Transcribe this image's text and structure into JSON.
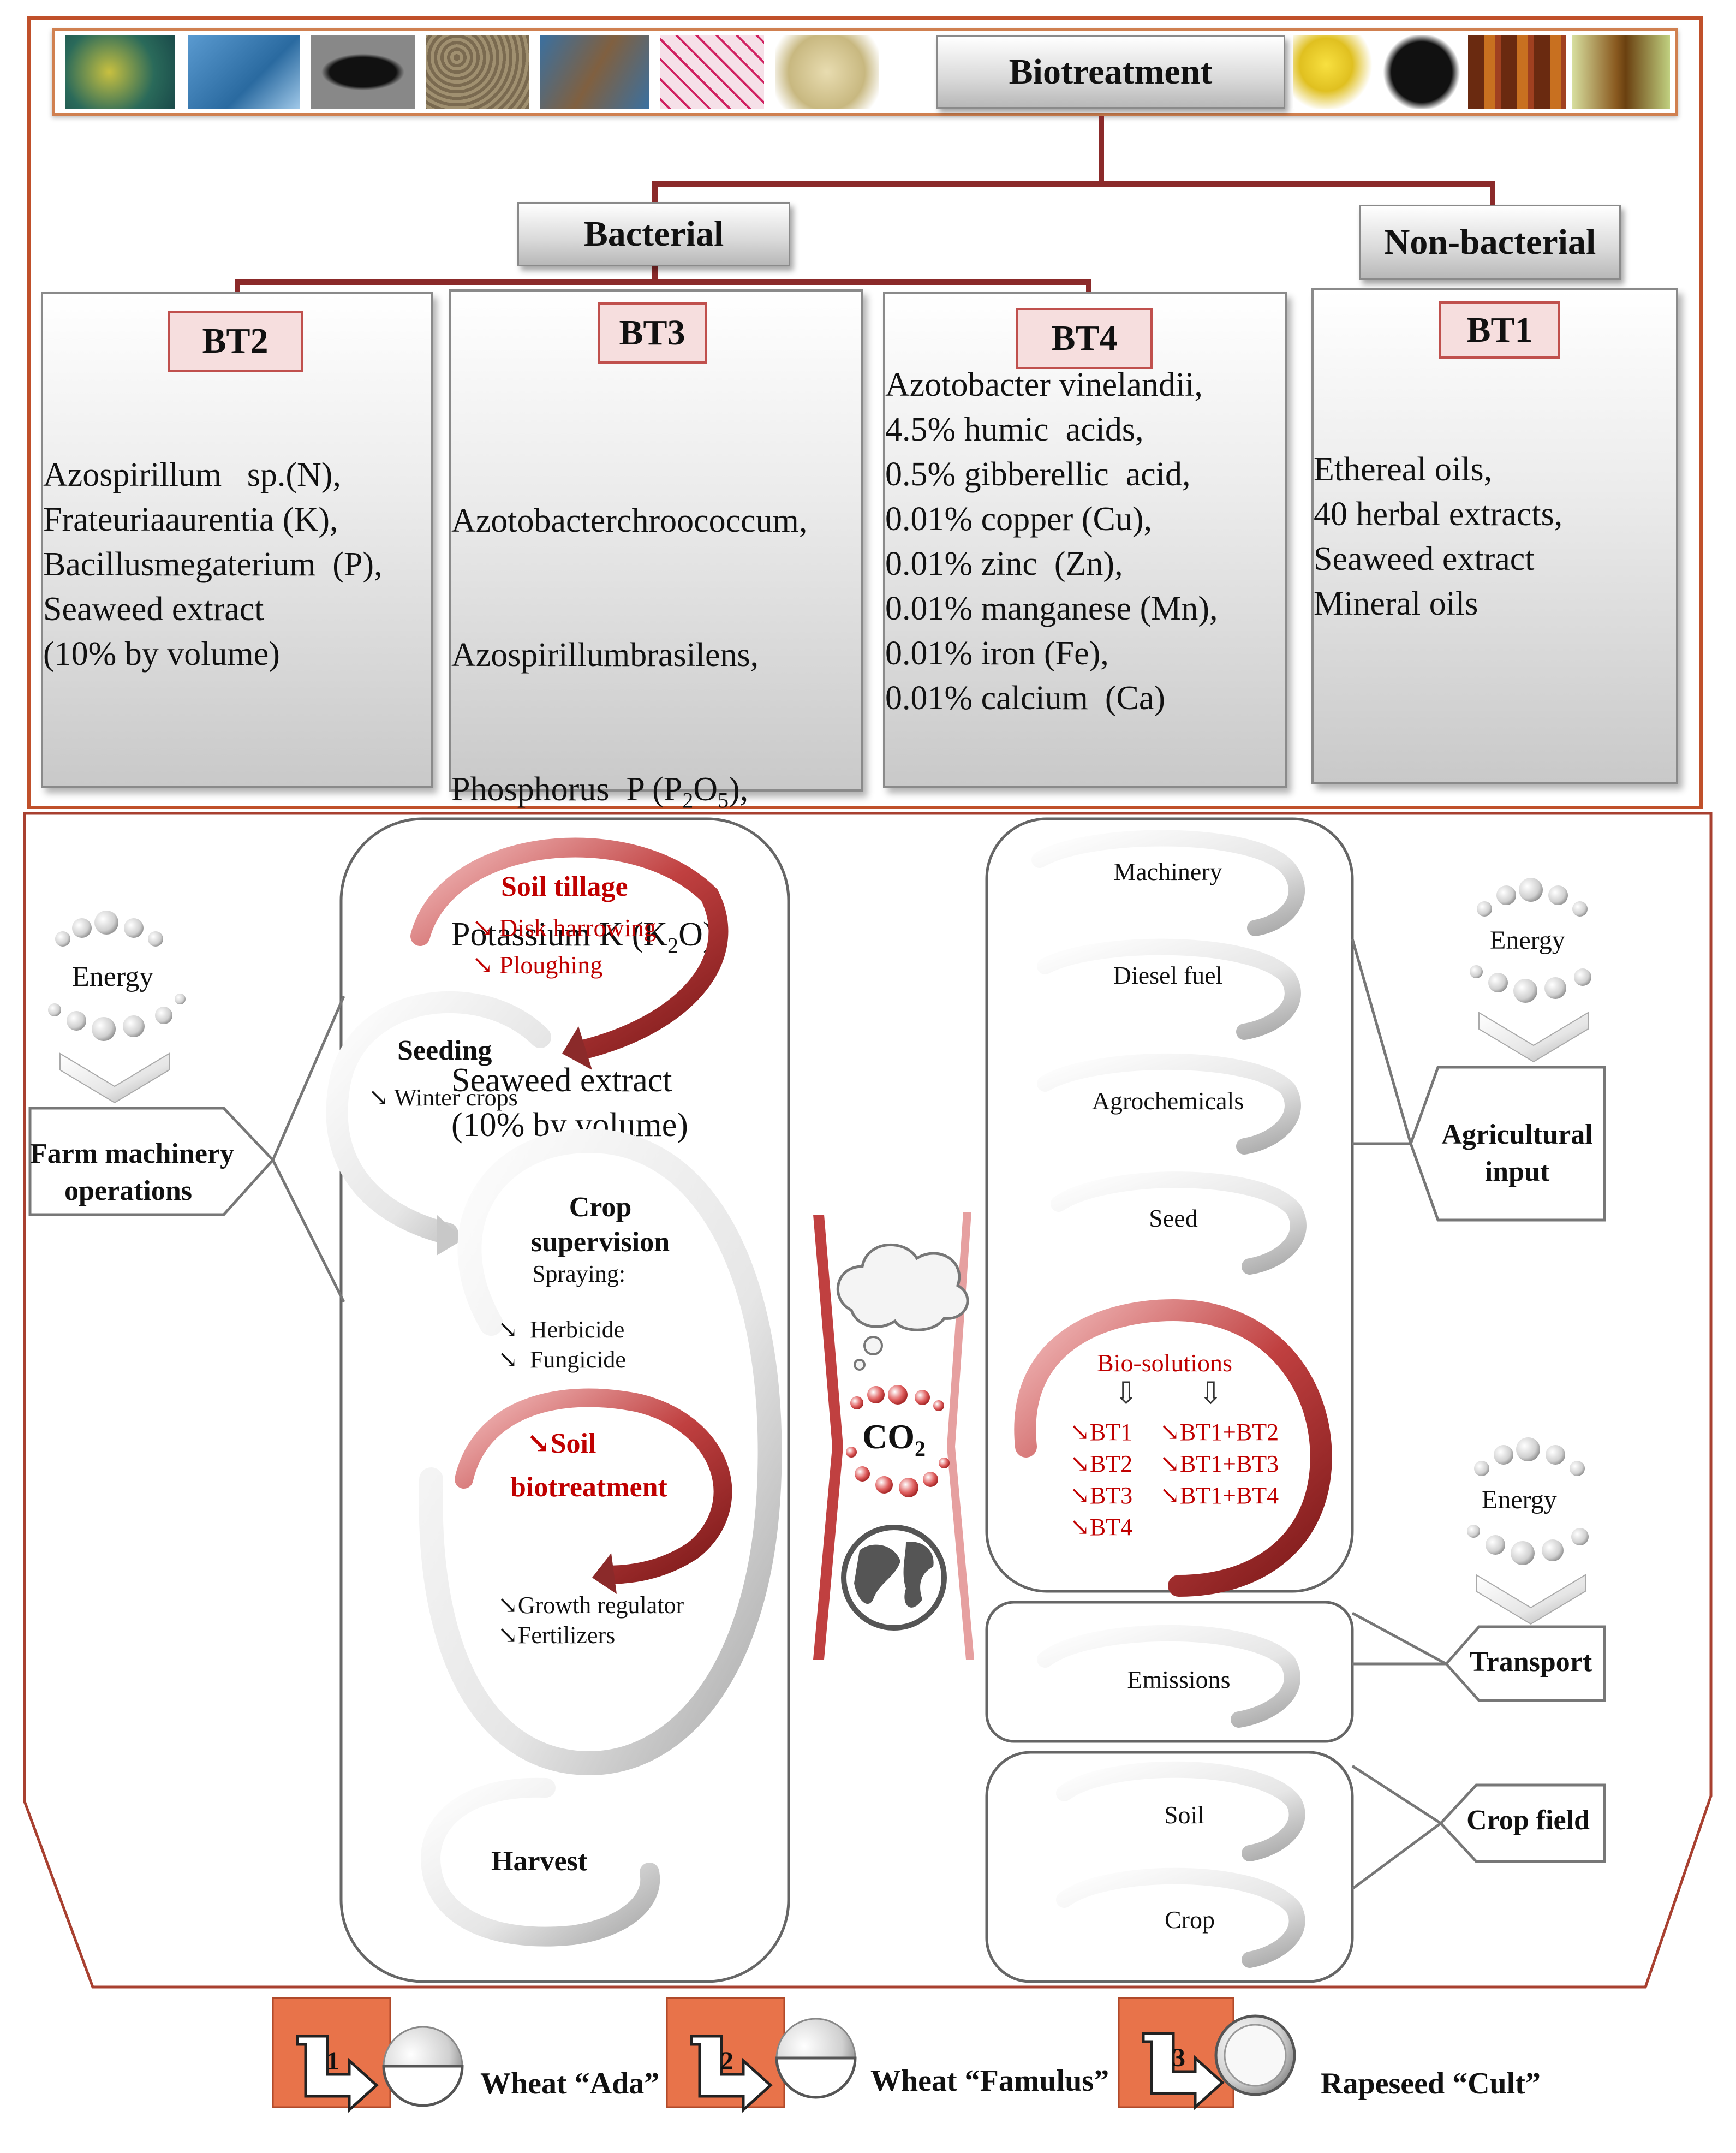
{
  "header": {
    "title": "Biotreatment"
  },
  "image_strip": {
    "thumbnails": [
      "bacteria-micrograph-icon",
      "bacteria-culture-icon",
      "bacterium-em-icon",
      "granules-icon",
      "seaweed-icon",
      "stained-bacteria-icon",
      "powder-icon",
      "flower-extract-icon",
      "charcoal-icon",
      "oil-bottles-icon",
      "herb-oil-icon"
    ]
  },
  "categories": {
    "bacterial": "Bacterial",
    "non_bacterial": "Non-bacterial"
  },
  "panels": {
    "bt2": {
      "label": "BT2",
      "text": "Azospirillum   sp.(N),\nFrateuriaaurentia (K),\nBacillusmegaterium  (P),\nSeaweed extract\n(10% by volume)"
    },
    "bt3": {
      "label": "BT3",
      "text_lines": [
        "Azotobacterchroococcum,",
        "Azospirillumbrasilens,"
      ],
      "phosphorus_pre": "Phosphorus  P (P",
      "phosphorus_sub1": "2",
      "phosphorus_mid": "O",
      "phosphorus_sub2": "5",
      "phosphorus_post": "),",
      "potassium_pre": "Potassium K (K",
      "potassium_sub": "2",
      "potassium_post": "O),",
      "tail": "Seaweed extract\n(10% by volume)"
    },
    "bt4": {
      "label": "BT4",
      "text": "Azotobacter vinelandii,\n4.5% humic  acids,\n0.5% gibberellic  acid,\n0.01% copper (Cu),\n0.01% zinc  (Zn),\n0.01% manganese (Mn),\n0.01% iron (Fe),\n0.01% calcium  (Ca)"
    },
    "bt1": {
      "label": "BT1",
      "text": "Ethereal oils,\n40 herbal extracts,\nSeaweed extract\nMineral oils"
    }
  },
  "process": {
    "soil_tillage": "Soil tillage",
    "disk_harrowing": "Disk harrowing",
    "ploughing": "Ploughing",
    "seeding": "Seeding",
    "winter_crops": "Winter crops",
    "crop_supervision_1": "Crop",
    "crop_supervision_2": "supervision",
    "spraying": "Spraying:",
    "herbicide": "Herbicide",
    "fungicide": "Fungicide",
    "soil_biotreatment_1": "Soil",
    "soil_biotreatment_2": "biotreatment",
    "growth_regulator": "Growth regulator",
    "fertilizers": "Fertilizers",
    "harvest": "Harvest"
  },
  "left_side": {
    "energy": "Energy",
    "farm_1": "Farm machinery",
    "farm_2": "operations"
  },
  "center": {
    "co2": "CO",
    "co2_sub": "2"
  },
  "inputs": {
    "machinery": "Machinery",
    "diesel": "Diesel fuel",
    "agrochemicals": "Agrochemicals",
    "seed": "Seed",
    "bio_solutions": "Bio-solutions",
    "bio_list_left": [
      "BT1",
      "BT2",
      "BT3",
      "BT4"
    ],
    "bio_list_right": [
      "BT1+BT2",
      "BT1+BT3",
      "BT1+BT4"
    ],
    "emissions": "Emissions",
    "soil": "Soil",
    "crop": "Crop"
  },
  "right_side": {
    "energy_top": "Energy",
    "agri_1": "Agricultural",
    "agri_2": "input",
    "energy_bottom": "Energy",
    "transport": "Transport",
    "crop_field": "Crop field"
  },
  "legend": [
    {
      "number": "1",
      "label": "Wheat “Ada”"
    },
    {
      "number": "2",
      "label": "Wheat “Famulus”"
    },
    {
      "number": "3",
      "label": "Rapeseed “Cult”"
    }
  ],
  "colors": {
    "frame": "#c0502a",
    "dark_red": "#8b2a2a",
    "red_text": "#c00000",
    "legend_orange": "#e8734a"
  }
}
